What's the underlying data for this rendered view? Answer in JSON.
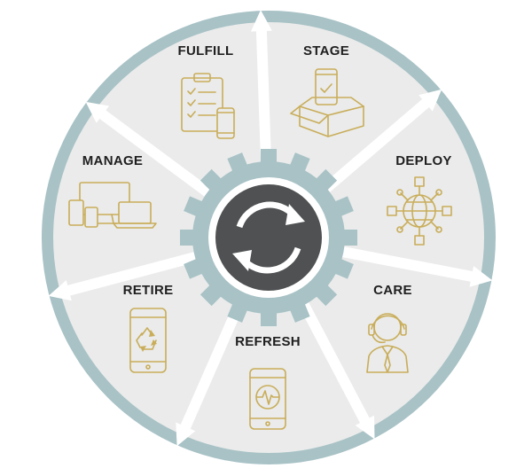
{
  "colors": {
    "ring": "#a8c2c6",
    "segment_fill": "#eaebea",
    "divider": "#ffffff",
    "gear": "#a8c2c6",
    "hub": "#4f5152",
    "icon_gold": "#c9ad5a",
    "label": "#1f1f1f"
  },
  "segments": [
    {
      "id": "fulfill",
      "label": "FULFILL",
      "icon": "clipboard-checklist-and-phone-icon"
    },
    {
      "id": "stage",
      "label": "STAGE",
      "icon": "box-with-phone-icon"
    },
    {
      "id": "deploy",
      "label": "DEPLOY",
      "icon": "globe-network-icon"
    },
    {
      "id": "care",
      "label": "CARE",
      "icon": "headset-agent-icon"
    },
    {
      "id": "refresh",
      "label": "REFRESH",
      "icon": "phone-pulse-icon"
    },
    {
      "id": "retire",
      "label": "RETIRE",
      "icon": "phone-recycle-icon"
    },
    {
      "id": "manage",
      "label": "MANAGE",
      "icon": "devices-icon"
    }
  ],
  "hub": {
    "icon": "refresh-cycle-icon"
  }
}
